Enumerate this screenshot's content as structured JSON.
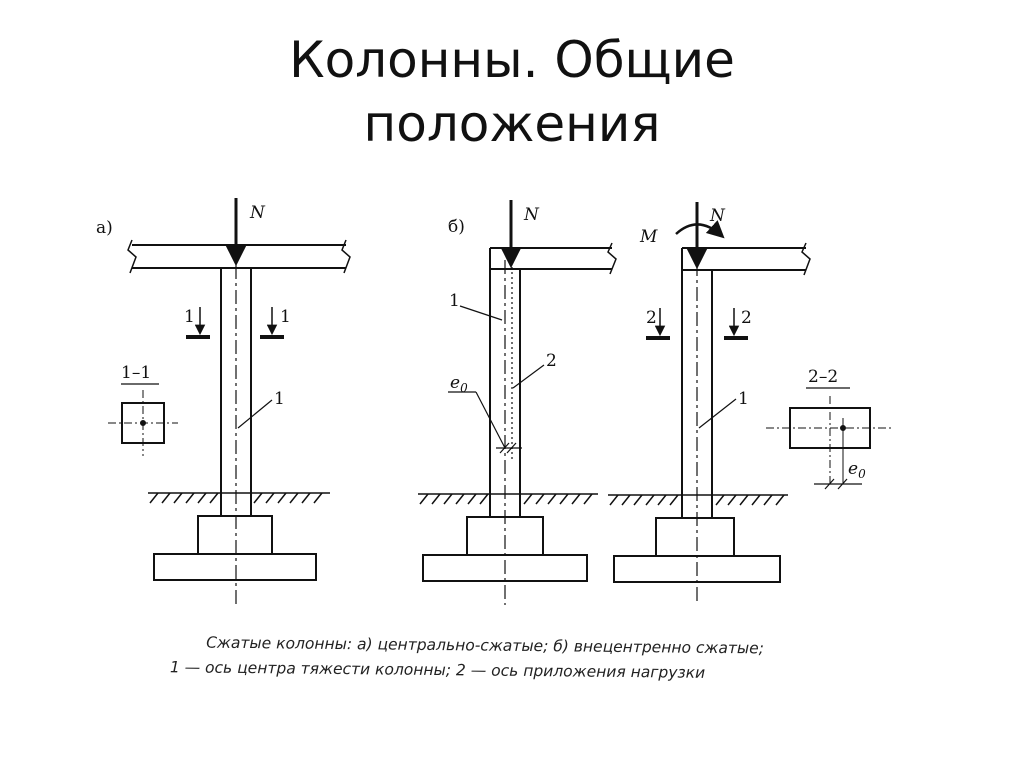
{
  "title": {
    "line1": "Колонны. Общие",
    "line2": "положения"
  },
  "labels": {
    "part_a": "а)",
    "part_b": "б)",
    "force_n": "N",
    "moment_m": "M",
    "axis_1": "1",
    "axis_2": "2",
    "section_1": "1",
    "section_2": "2",
    "section_title_1": "1–1",
    "section_title_2": "2–2",
    "eccentricity": "e",
    "eccentricity_sub": "0"
  },
  "caption": {
    "line1": "Сжатые колонны: а) центрально-сжатые; б) внецентренно сжатые;",
    "line2": "1 — ось центра тяжести колонны; 2 — ось приложения нагрузки"
  }
}
